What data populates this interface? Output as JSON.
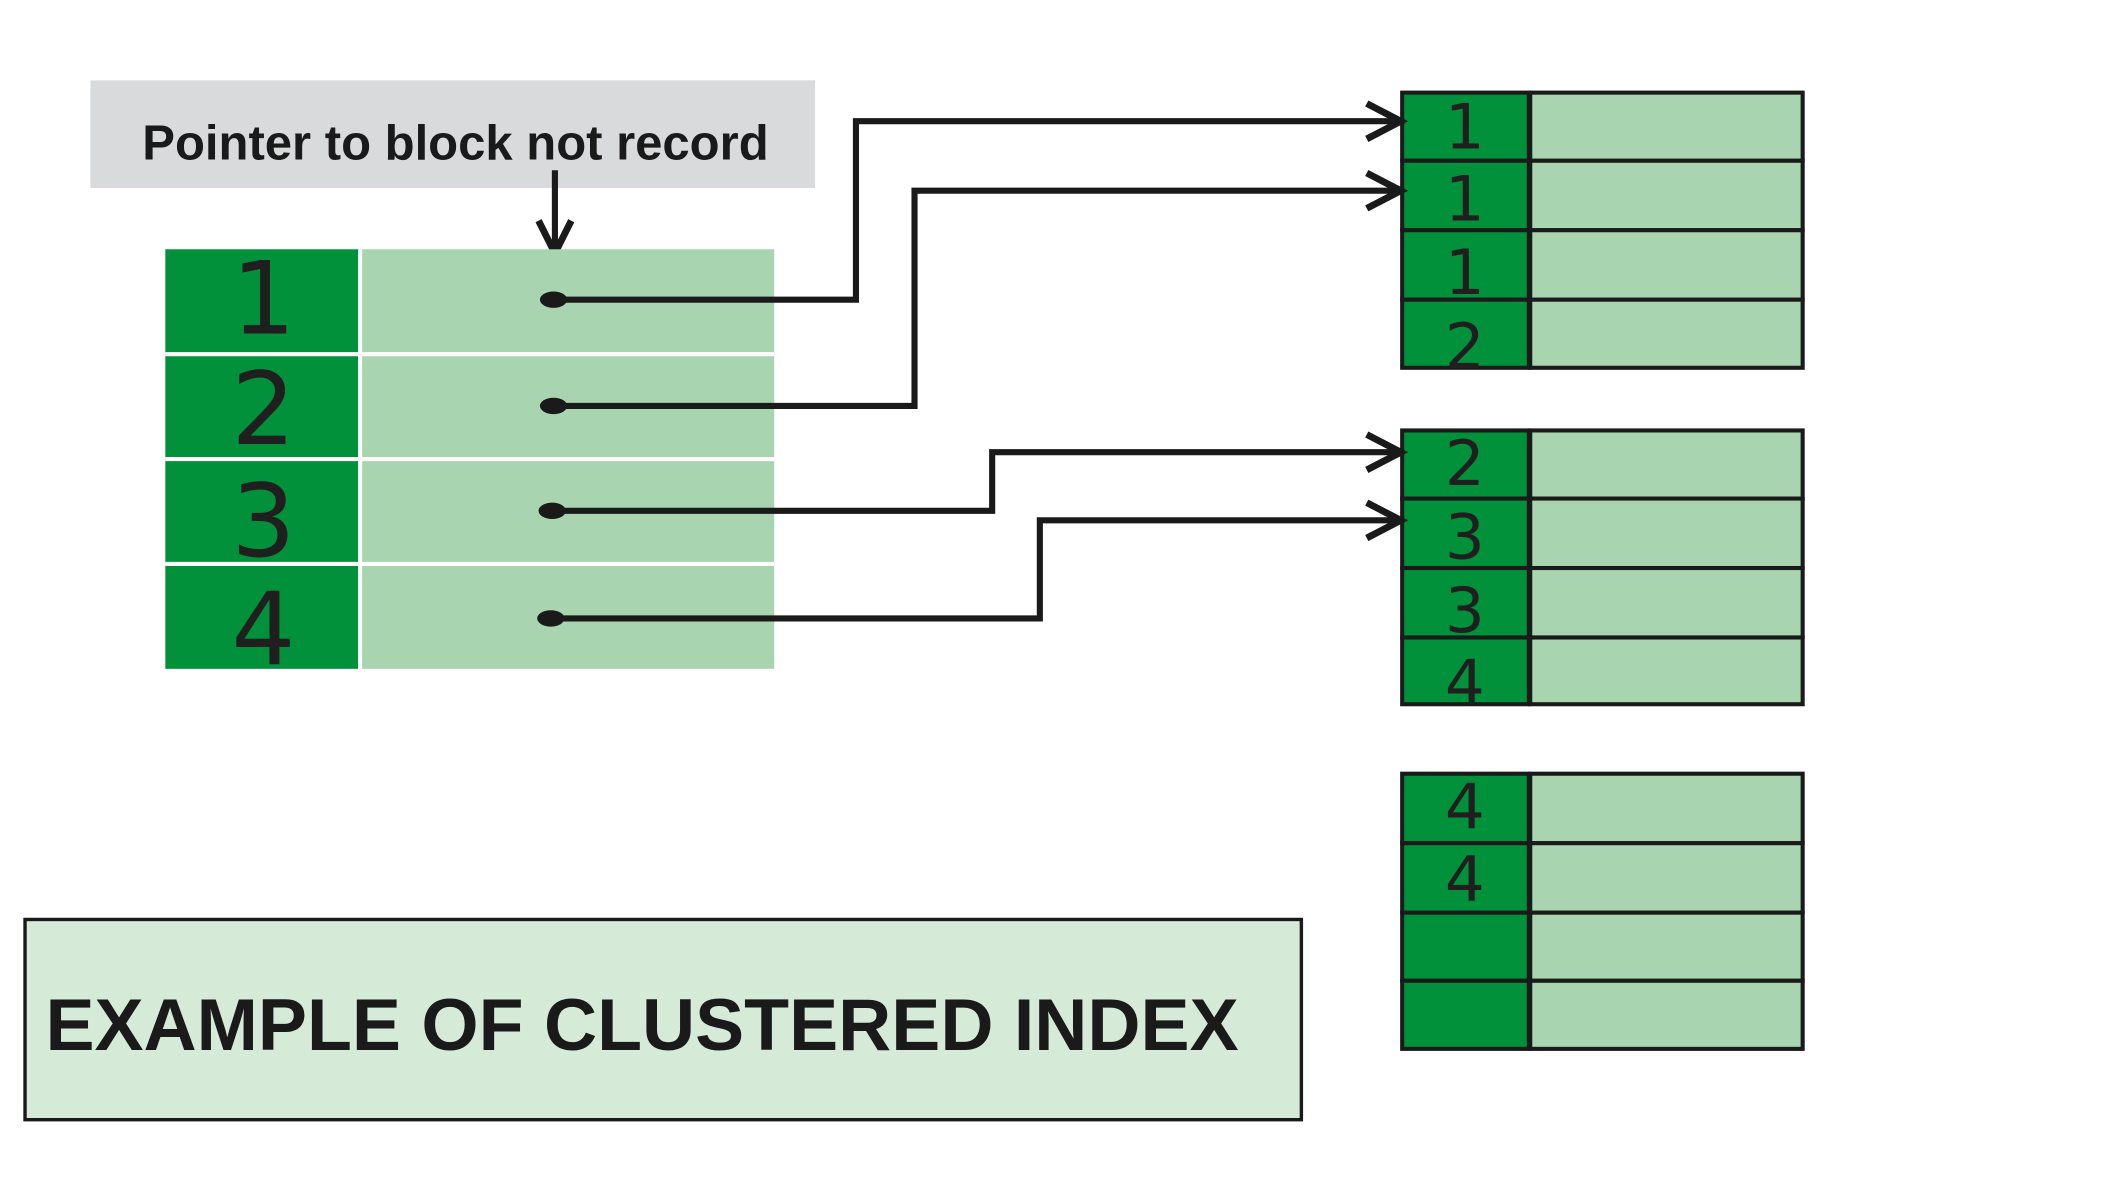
{
  "callout": {
    "text": "Pointer to block not record"
  },
  "index_table": {
    "keys": [
      "1",
      "2",
      "3",
      "4"
    ]
  },
  "data_blocks": [
    {
      "keys": [
        "1",
        "1",
        "1",
        "2"
      ]
    },
    {
      "keys": [
        "2",
        "3",
        "3",
        "4"
      ]
    },
    {
      "keys": [
        "4",
        "4",
        "",
        ""
      ]
    }
  ],
  "pointers": [
    {
      "from_index_key": "1",
      "to_block": 1
    },
    {
      "from_index_key": "2",
      "to_block": 1
    },
    {
      "from_index_key": "3",
      "to_block": 2
    },
    {
      "from_index_key": "4",
      "to_block": 2
    }
  ],
  "title": {
    "text": "EXAMPLE OF CLUSTERED INDEX"
  },
  "colors": {
    "key_cell": "#00913a",
    "pointer_cell": "#a8d5b0",
    "callout_background": "#d9dadb",
    "title_background": "#d5ebd8",
    "line": "#1a1a1a"
  }
}
